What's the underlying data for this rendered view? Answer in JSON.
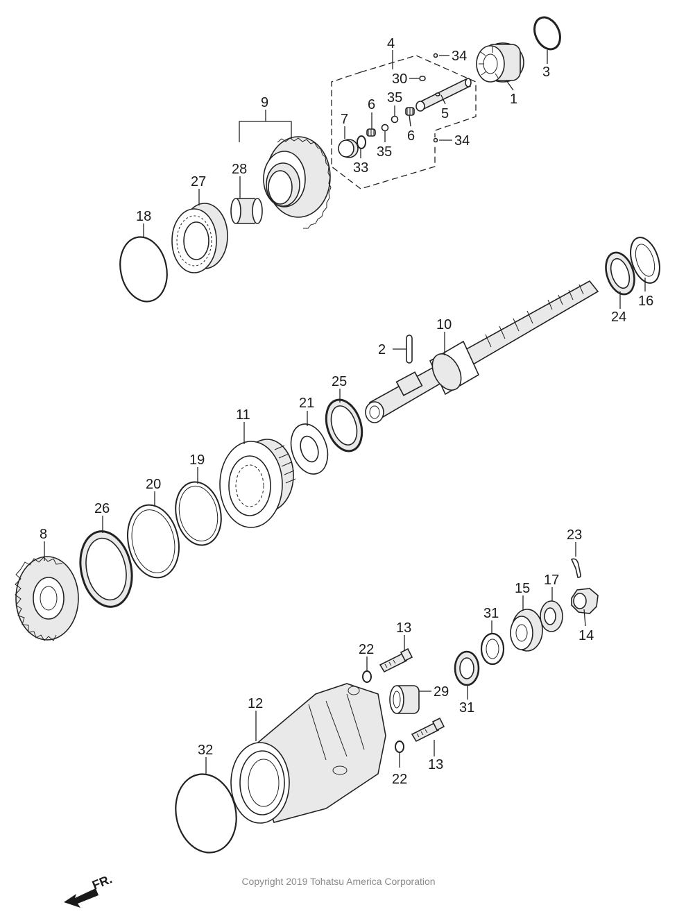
{
  "labels": {
    "p1": "1",
    "p2": "2",
    "p3": "3",
    "p4": "4",
    "p5": "5",
    "p6a": "6",
    "p6b": "6",
    "p7": "7",
    "p8": "8",
    "p9": "9",
    "p10": "10",
    "p11": "11",
    "p12": "12",
    "p13a": "13",
    "p13b": "13",
    "p14": "14",
    "p15": "15",
    "p16": "16",
    "p17": "17",
    "p18": "18",
    "p19": "19",
    "p20": "20",
    "p21": "21",
    "p22a": "22",
    "p22b": "22",
    "p23": "23",
    "p24": "24",
    "p25": "25",
    "p26": "26",
    "p27": "27",
    "p28": "28",
    "p29": "29",
    "p30": "30",
    "p31a": "31",
    "p31b": "31",
    "p32": "32",
    "p33": "33",
    "p34a": "34",
    "p34b": "34",
    "p35a": "35",
    "p35b": "35"
  },
  "copyright": "Copyright 2019 Tohatsu America Corporation",
  "front_arrow": "FR."
}
